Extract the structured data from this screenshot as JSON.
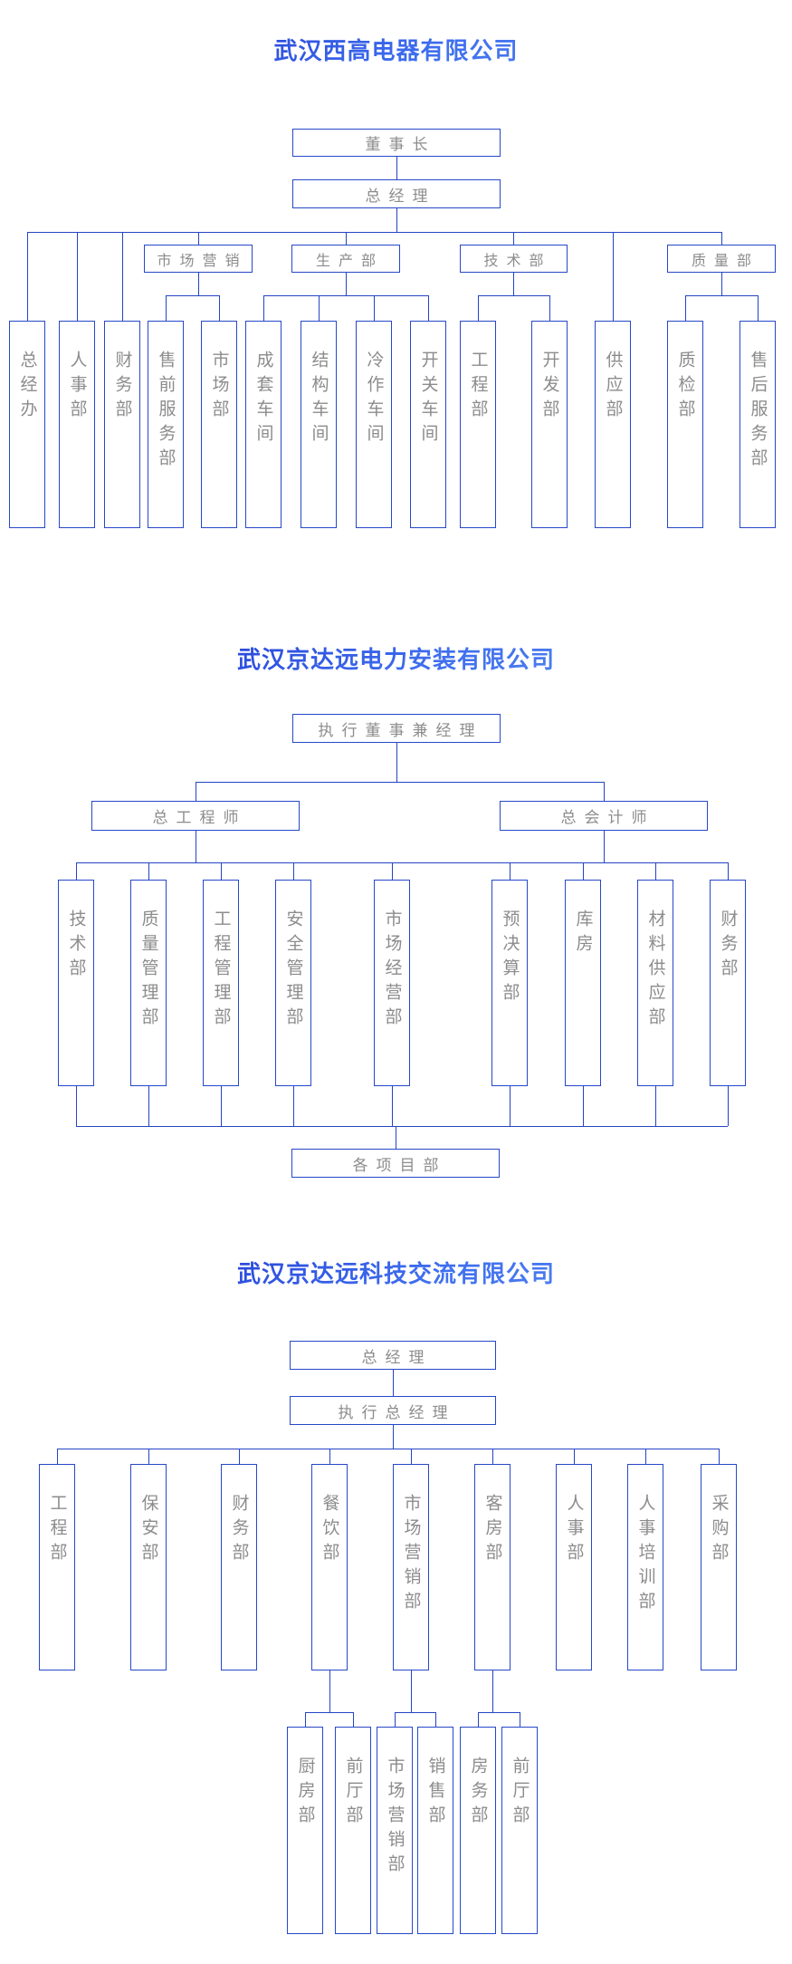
{
  "page": {
    "background": "#ffffff",
    "line_color": "#2444c4",
    "box_border_color": "#2648c9",
    "box_text_color": "#8c8c8c",
    "title_color": "#2b5ce0",
    "title_gradient_start": "#1b2ed0",
    "title_gradient_end": "#5f93f4"
  },
  "org1": {
    "title": "武汉西高电器有限公司",
    "chairman": "董事长",
    "general_manager": "总经理",
    "departments": [
      "市场营销",
      "生产部",
      "技术部",
      "质量部"
    ],
    "leaves": [
      "总经办",
      "人事部",
      "财务部",
      "售前服务部",
      "市场部",
      "成套车间",
      "结构车间",
      "冷作车间",
      "开关车间",
      "工程部",
      "开发部",
      "供应部",
      "质检部",
      "售后服务部"
    ]
  },
  "org2": {
    "title": "武汉京达远电力安装有限公司",
    "executive_director": "执行董事兼经理",
    "chief_engineer": "总工程师",
    "chief_accountant": "总会计师",
    "leaves": [
      "技术部",
      "质量管理部",
      "工程管理部",
      "安全管理部",
      "市场经营部",
      "预决算部",
      "库房",
      "材料供应部",
      "财务部"
    ],
    "project_depts": "各项目部"
  },
  "org3": {
    "title": "武汉京达远科技交流有限公司",
    "general_manager": "总经理",
    "executive_general_manager": "执行总经理",
    "leaves": [
      "工程部",
      "保安部",
      "财务部",
      "餐饮部",
      "市场营销部",
      "客房部",
      "人事部",
      "人事培训部",
      "采购部"
    ],
    "subleaves": [
      "厨房部",
      "前厅部",
      "市场营销部",
      "销售部",
      "房务部",
      "前厅部"
    ]
  }
}
